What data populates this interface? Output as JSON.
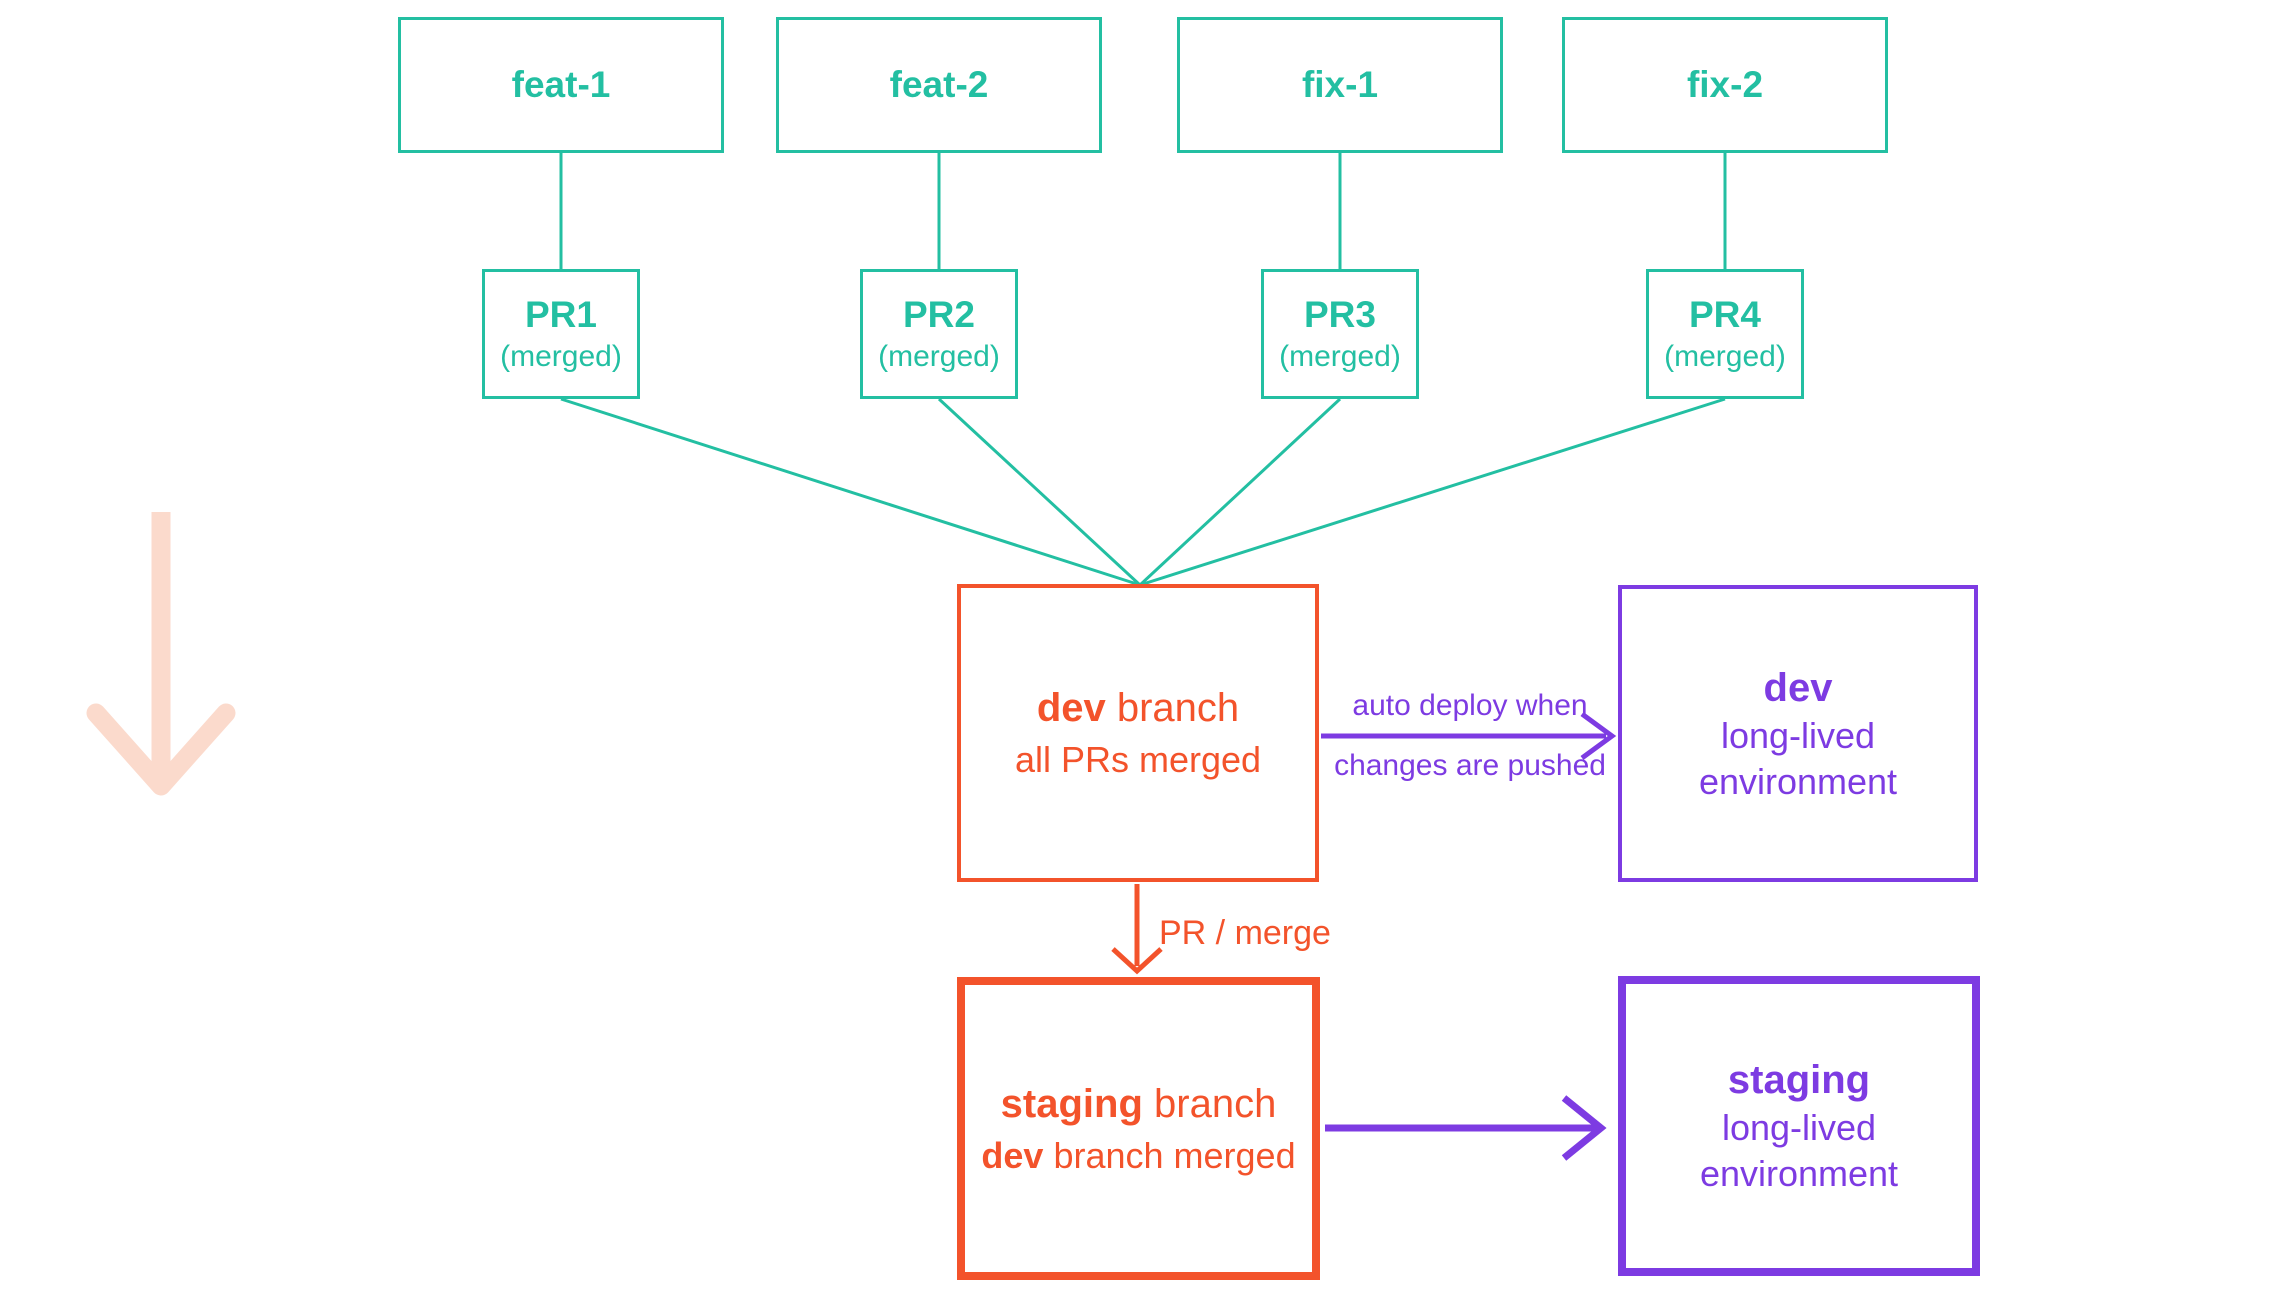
{
  "colors": {
    "teal": "#23bfa2",
    "orange": "#f3532b",
    "purple": "#7d3be2",
    "faded": "#fbdacc"
  },
  "branch_boxes": [
    {
      "label": "feat-1"
    },
    {
      "label": "feat-2"
    },
    {
      "label": "fix-1"
    },
    {
      "label": "fix-2"
    }
  ],
  "pr_boxes": [
    {
      "name": "PR1",
      "status": "(merged)"
    },
    {
      "name": "PR2",
      "status": "(merged)"
    },
    {
      "name": "PR3",
      "status": "(merged)"
    },
    {
      "name": "PR4",
      "status": "(merged)"
    }
  ],
  "dev_branch_box": {
    "title_bold": "dev",
    "title_rest": " branch",
    "subtitle": "all PRs merged"
  },
  "dev_env_box": {
    "title": "dev",
    "line1": "long-lived",
    "line2": "environment"
  },
  "staging_branch_box": {
    "title_bold": "staging",
    "title_rest": " branch",
    "subtitle_bold": "dev",
    "subtitle_rest": " branch merged"
  },
  "staging_env_box": {
    "title": "staging",
    "line1": "long-lived",
    "line2": "environment"
  },
  "arrows": {
    "auto_deploy_label_line1": "auto deploy when",
    "auto_deploy_label_line2": "changes are pushed",
    "pr_merge_label": "PR / merge"
  }
}
